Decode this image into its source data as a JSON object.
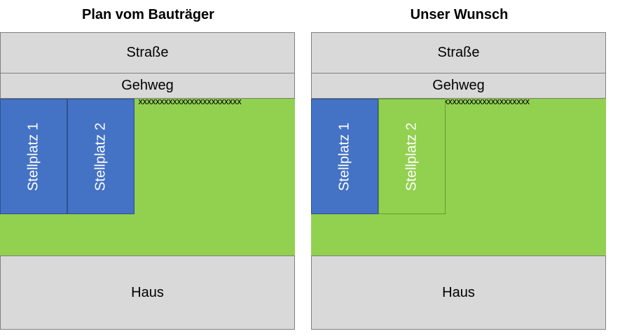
{
  "panels": [
    {
      "title": "Plan vom Bauträger",
      "street": "Straße",
      "sidewalk": "Gehweg",
      "fence": "xxxxxxxxxxxxxxxxxxxxxxxx",
      "spots": [
        {
          "label": "Stellplatz 1",
          "color": "#4472c4"
        },
        {
          "label": "Stellplatz 2",
          "color": "#4472c4"
        }
      ],
      "house": "Haus"
    },
    {
      "title": "Unser Wunsch",
      "street": "Straße",
      "sidewalk": "Gehweg",
      "fence": "xxxxxxxxxxxxxxxxxxxxxxxxxxxxxxxxxxx",
      "spots": [
        {
          "label": "Stellplatz 1",
          "color": "#4472c4"
        },
        {
          "label": "Stellplatz 2",
          "color": "#92d050"
        }
      ],
      "house": "Haus"
    }
  ],
  "colors": {
    "lawn": "#92d050",
    "paving": "#d9d9d9"
  }
}
